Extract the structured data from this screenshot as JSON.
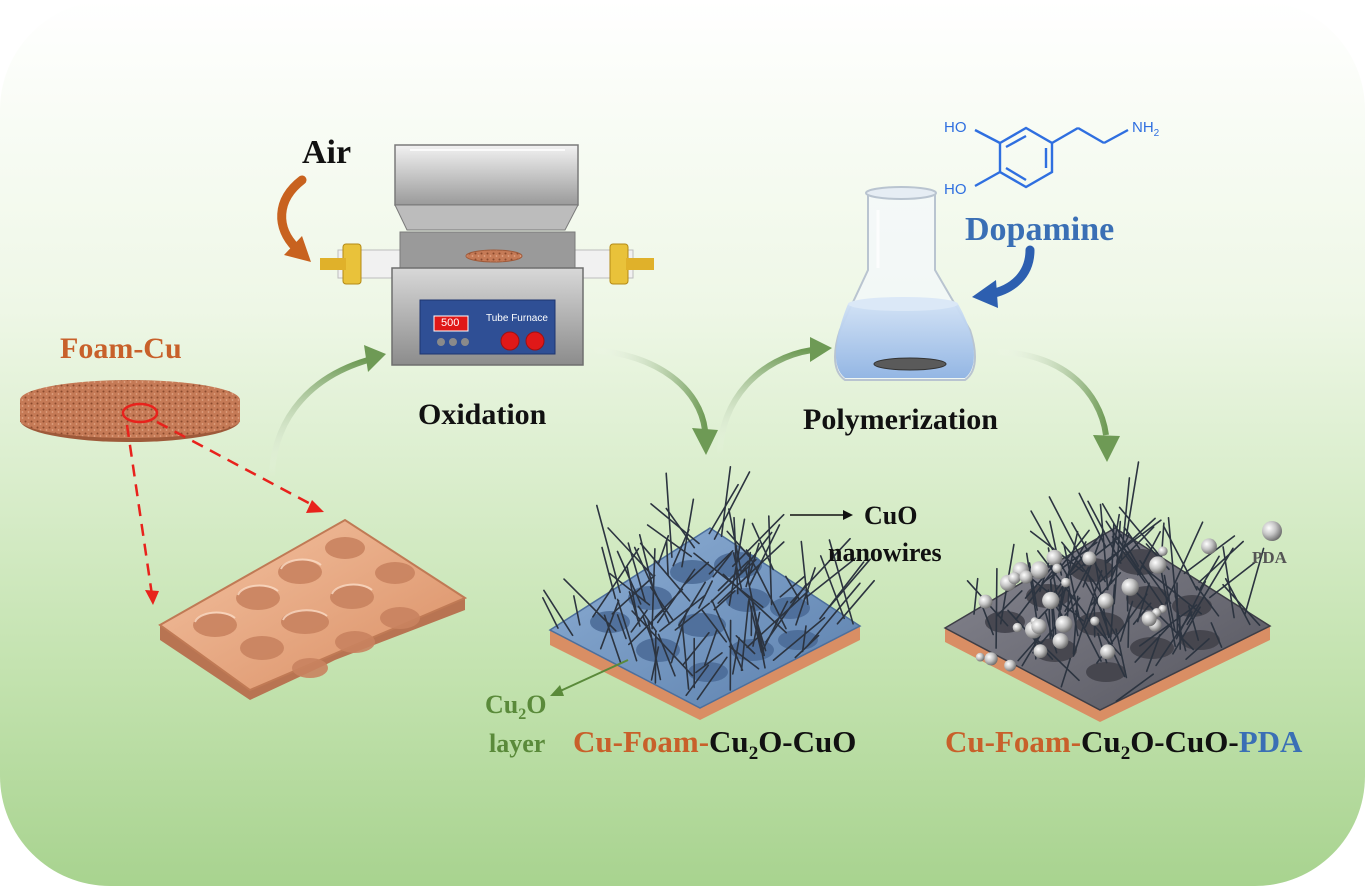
{
  "labels": {
    "air": "Air",
    "foam_cu": "Foam-Cu",
    "oxidation": "Oxidation",
    "polymerization": "Polymerization",
    "dopamine": "Dopamine",
    "furnace_display": "500",
    "furnace_name": "Tube Furnace",
    "cuo_line1": "CuO",
    "cuo_line2": "nanowires",
    "cu2o_cu": "Cu",
    "cu2o_sub": "2",
    "cu2o_o": "O",
    "cu2o_layer": "layer",
    "pda": "PDA",
    "mol_ho_top": "HO",
    "mol_ho_bottom": "HO",
    "mol_nh": "NH",
    "mol_nh_sub": "2",
    "product1": {
      "a": "Cu-Foam-",
      "b": "Cu",
      "sub": "2",
      "c": "O-CuO"
    },
    "product2": {
      "a": "Cu-Foam-",
      "b": "Cu",
      "sub": "2",
      "c": "O-CuO-",
      "d": "PDA"
    }
  },
  "colors": {
    "orange_text": "#c8602a",
    "blue_text": "#3a6fb5",
    "green_text": "#5a8a3a",
    "dark_text": "#111111",
    "copper": "#e8a57e",
    "copper_dark": "#b87452",
    "oxide_blue": "#6f93bf",
    "pda_gray": "#6f6f78",
    "arrow_green": "#6e9a55",
    "arrow_orange": "#c8621f",
    "arrow_blue": "#2d5fb0",
    "bg_green": "#a8d38f",
    "display_red": "#e01818",
    "molecule_blue": "#2f6fe0"
  }
}
